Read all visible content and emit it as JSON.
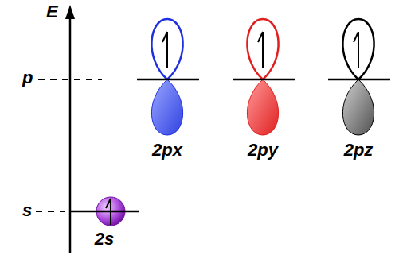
{
  "diagram": {
    "labels": [
      "E",
      "p",
      "s",
      "2px",
      "2py",
      "2pz",
      "2s"
    ]
  }
}
